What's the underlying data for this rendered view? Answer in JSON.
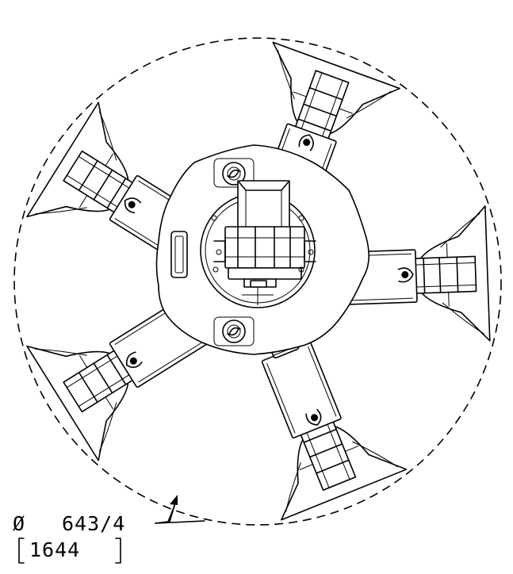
{
  "dimension": {
    "diameter_symbol": "Ø",
    "imperial_value": "643/4",
    "metric_value": "1644"
  }
}
